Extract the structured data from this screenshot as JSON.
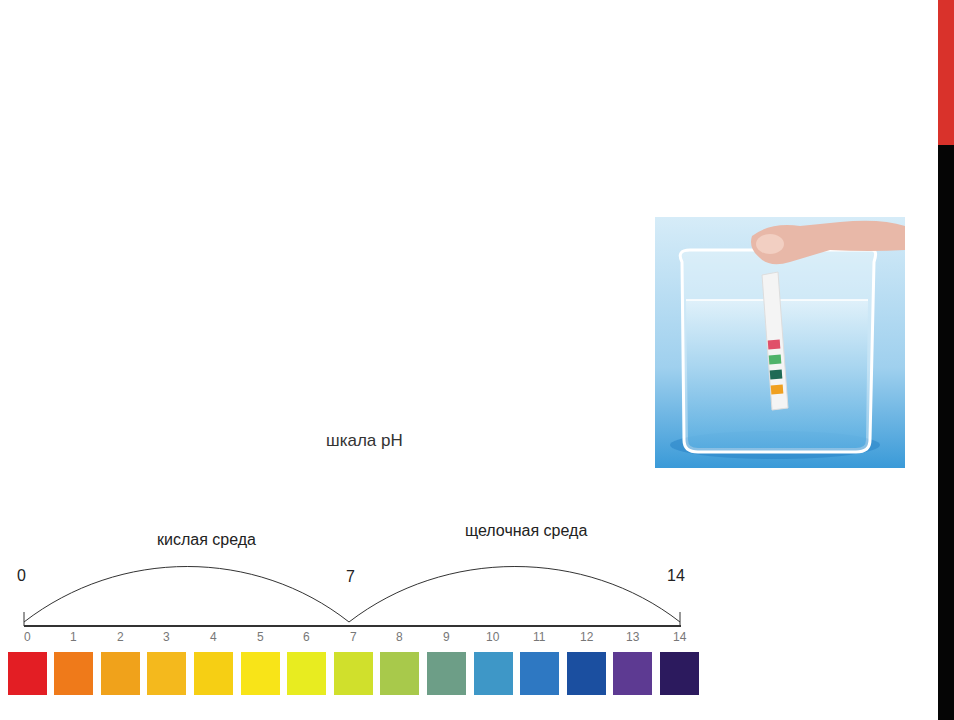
{
  "diagram": {
    "title": "шкала pH",
    "labels": [
      "кислая среда",
      "щелочная среда",
      "0",
      "7",
      "14"
    ],
    "legend": [
      {
        "text": "0",
        "color": "#e31e24"
      },
      {
        "text": "1",
        "color": "#ef7a1a"
      },
      {
        "text": "2",
        "color": "#f0a21b"
      },
      {
        "text": "3",
        "color": "#f4b91d"
      },
      {
        "text": "4",
        "color": "#f6cf14"
      },
      {
        "text": "5",
        "color": "#f8e418"
      },
      {
        "text": "6",
        "color": "#e8ec20"
      },
      {
        "text": "7",
        "color": "#d0e02c"
      },
      {
        "text": "8",
        "color": "#a8c94b"
      },
      {
        "text": "9",
        "color": "#6d9e87"
      },
      {
        "text": "10",
        "color": "#3e97c7"
      },
      {
        "text": "11",
        "color": "#2e78c2"
      },
      {
        "text": "12",
        "color": "#1b4fa0"
      },
      {
        "text": "13",
        "color": "#5d3a92"
      },
      {
        "text": "14",
        "color": "#2c1a5e"
      }
    ]
  }
}
